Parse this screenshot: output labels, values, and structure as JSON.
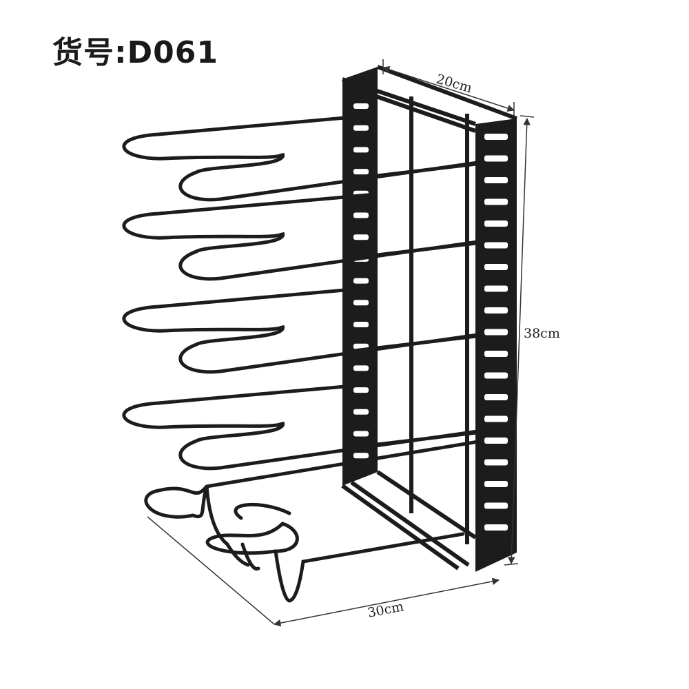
{
  "product_code": "货号:D061",
  "dimensions": {
    "width": "20cm",
    "height": "38cm",
    "depth": "30cm"
  },
  "colors": {
    "rack": "#1c1c1c",
    "frame_shadow": "#3a3a3a",
    "dimension_line": "#333333",
    "background": "#ffffff"
  }
}
